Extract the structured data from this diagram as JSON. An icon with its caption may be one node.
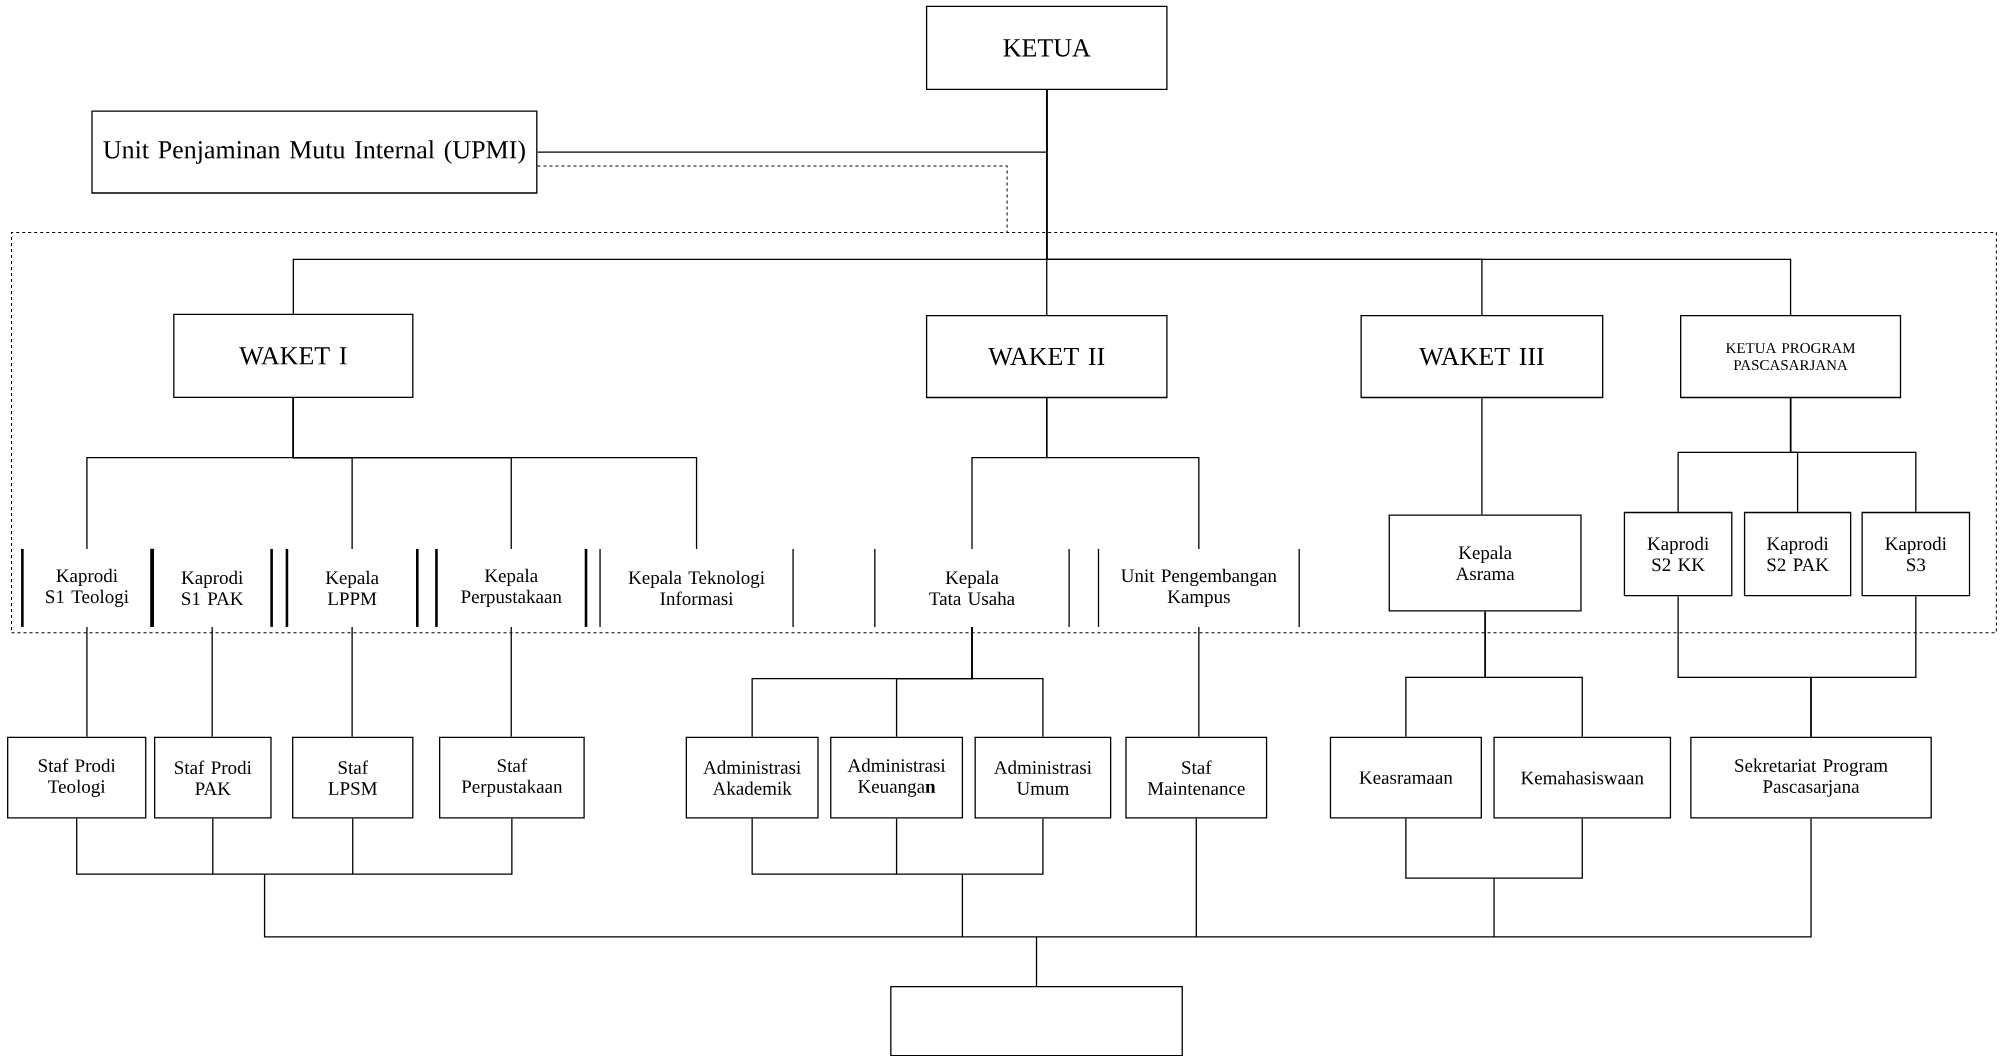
{
  "diagram": {
    "nodes": [
      {
        "text": [
          "KETUA"
        ]
      },
      {
        "text": [
          "Unit Penjaminan Mutu Internal (UPMI)"
        ]
      },
      {
        "text": [],
        "shape": "box"
      },
      {
        "text": [
          "WAKET I"
        ],
        "in": 2
      },
      {
        "text": [
          "WAKET II"
        ],
        "in": 2
      },
      {
        "text": [
          "WAKET III"
        ],
        "in": 2
      },
      {
        "text": [
          "KETUA PROGRAM PASCASARJANA"
        ],
        "in": 2
      },
      {
        "text": [
          "Kaprodi S1 Teologi"
        ],
        "in": 2
      },
      {
        "text": [
          "Kaprodi S1 PAK"
        ],
        "in": 2
      },
      {
        "text": [
          "Kepala LPPM"
        ],
        "in": 2
      },
      {
        "text": [
          "Kepala Perpustakaan"
        ],
        "in": 2
      },
      {
        "text": [
          "Kepala Teknologi Informasi"
        ],
        "in": 2
      },
      {
        "text": [
          "Kepala Tata Usaha"
        ],
        "in": 2
      },
      {
        "text": [
          "Unit Pengembangan Kampus"
        ],
        "in": 2
      },
      {
        "text": [
          "Kepala Asrama"
        ],
        "in": 2
      },
      {
        "text": [
          "Kaprodi S2 KK"
        ],
        "in": 2
      },
      {
        "text": [
          "Kaprodi S2 PAK"
        ],
        "in": 2
      },
      {
        "text": [
          "Kaprodi S3"
        ],
        "in": 2
      },
      {
        "text": [
          "Staf Prodi Teologi"
        ]
      },
      {
        "text": [
          "Staf Prodi PAK"
        ]
      },
      {
        "text": [
          "Staf LPSM"
        ]
      },
      {
        "text": [
          "Staf Perpustakaan"
        ]
      },
      {
        "text": [
          "Administrasi Akademik"
        ]
      },
      {
        "text": [
          "Administrasi Keuanga**n**"
        ]
      },
      {
        "text": [
          "Administrasi Umum"
        ]
      },
      {
        "text": [
          "Staf Maintenance"
        ]
      },
      {
        "text": [
          "Keasramaan"
        ]
      },
      {
        "text": [
          "Kemahasiswaan"
        ]
      },
      {
        "text": [
          "Sekretariat Program Pascasarjana"
        ]
      },
      {
        "text": [],
        "shape": "box"
      }
    ],
    "edges": [
      {
        "from": 0,
        "to": 1,
        "arrow": "none"
      },
      {
        "from": 1,
        "to": 2,
        "arrow": "none",
        "style": "dashed"
      },
      {
        "from": 0,
        "to": 3,
        "arrow": "none"
      },
      {
        "from": 0,
        "to": 4,
        "arrow": "none"
      },
      {
        "from": 0,
        "to": 5,
        "arrow": "none"
      },
      {
        "from": 0,
        "to": 6,
        "arrow": "none"
      },
      {
        "from": 3,
        "to": 7,
        "arrow": "none"
      },
      {
        "from": 3,
        "to": 9,
        "arrow": "none"
      },
      {
        "from": 3,
        "to": 10,
        "arrow": "none"
      },
      {
        "from": 3,
        "to": 11,
        "arrow": "none"
      },
      {
        "from": 4,
        "to": 12,
        "arrow": "none"
      },
      {
        "from": 4,
        "to": 13,
        "arrow": "none"
      },
      {
        "from": 5,
        "to": 14,
        "arrow": "none"
      },
      {
        "from": 6,
        "to": 15,
        "arrow": "none"
      },
      {
        "from": 6,
        "to": 16,
        "arrow": "none"
      },
      {
        "from": 6,
        "to": 17,
        "arrow": "none"
      },
      {
        "from": 7,
        "to": 18,
        "arrow": "none"
      },
      {
        "from": 8,
        "to": 19,
        "arrow": "none"
      },
      {
        "from": 9,
        "to": 20,
        "arrow": "none"
      },
      {
        "from": 10,
        "to": 21,
        "arrow": "none"
      },
      {
        "from": 12,
        "to": 22,
        "arrow": "none"
      },
      {
        "from": 12,
        "to": 23,
        "arrow": "none"
      },
      {
        "from": 12,
        "to": 24,
        "arrow": "none"
      },
      {
        "from": 13,
        "to": 25,
        "arrow": "none"
      },
      {
        "from": 14,
        "to": 26,
        "arrow": "none"
      },
      {
        "from": 14,
        "to": 27,
        "arrow": "none"
      },
      {
        "from": 15,
        "to": 28,
        "arrow": "none"
      },
      {
        "from": 17,
        "to": 28,
        "arrow": "none"
      },
      {
        "from": 18,
        "to": 29,
        "arrow": "none"
      },
      {
        "from": 19,
        "to": 29,
        "arrow": "none"
      },
      {
        "from": 20,
        "to": 29,
        "arrow": "none"
      },
      {
        "from": 21,
        "to": 29,
        "arrow": "none"
      },
      {
        "from": 22,
        "to": 29,
        "arrow": "none"
      },
      {
        "from": 23,
        "to": 29,
        "arrow": "none"
      },
      {
        "from": 24,
        "to": 29,
        "arrow": "none"
      },
      {
        "from": 25,
        "to": 29,
        "arrow": "none"
      },
      {
        "from": 26,
        "to": 29,
        "arrow": "none"
      },
      {
        "from": 27,
        "to": 29,
        "arrow": "none"
      },
      {
        "from": 28,
        "to": 29,
        "arrow": "none"
      }
    ]
  }
}
